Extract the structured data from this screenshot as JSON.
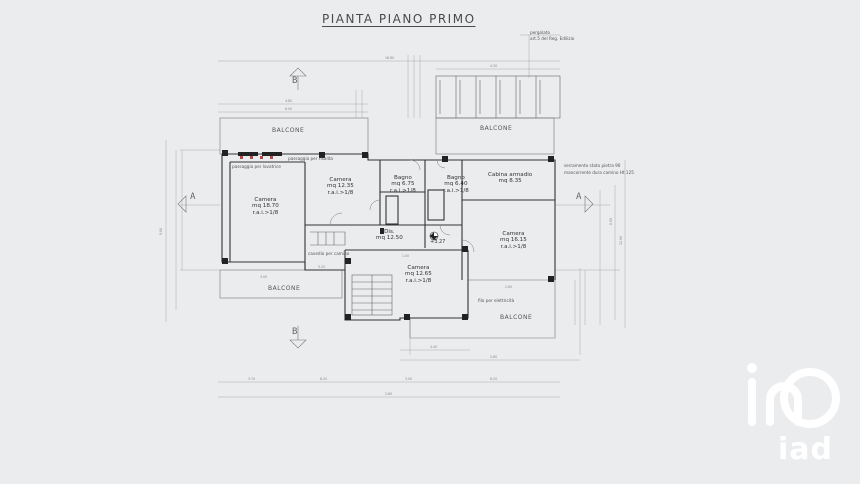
{
  "drawing": {
    "title": "PIANTA PIANO PRIMO",
    "rooms": [
      {
        "id": "camera-1",
        "name": "Camera",
        "area": "mq 18.70",
        "ratio": "r.a.i.>1/8"
      },
      {
        "id": "camera-2",
        "name": "Camera",
        "area": "mq 12.35",
        "ratio": "r.a.i.>1/8"
      },
      {
        "id": "bagno-1",
        "name": "Bagno",
        "area": "mq 6.75",
        "ratio": "r.a.i.>1/8"
      },
      {
        "id": "bagno-2",
        "name": "Bagno",
        "area": "mq 6.40",
        "ratio": "r.a.i.>1/8"
      },
      {
        "id": "cabina-armadio",
        "name": "Cabina armadio",
        "area": "mq 8.35",
        "ratio": ""
      },
      {
        "id": "dis",
        "name": "Dis.",
        "area": "mq 12.50",
        "ratio": ""
      },
      {
        "id": "camera-3",
        "name": "Camera",
        "area": "mq 16.15",
        "ratio": "r.a.i.>1/8"
      },
      {
        "id": "camera-4",
        "name": "Camera",
        "area": "mq 12.65",
        "ratio": "r.a.i.>1/8"
      }
    ],
    "balconies": [
      "BALCONE",
      "BALCONE",
      "BALCONE",
      "BALCONE"
    ],
    "level_mark": "+3.27",
    "section_marks": [
      "B",
      "B",
      "A",
      "A"
    ],
    "notes": [
      "pergolato",
      "art.5 del Reg. Edilizio",
      "passaggio per risalita",
      "passaggio per lavatrice",
      "cavedio per camino",
      "serramento stato pietra 90",
      "mancorrente dura camino Ht 125",
      "filo per elettricità"
    ],
    "dimensions": [
      "16.80",
      "4.80",
      "6.00",
      "4.30",
      "3.70",
      "6.20",
      "3.00",
      "8.20",
      "2.60",
      "2.60",
      "4.40",
      "3.00",
      "3.20",
      "1.00",
      "2.60",
      "9.80",
      "8.00",
      "12.80"
    ]
  },
  "brand": {
    "logo_text": "iad",
    "logo_color": "#ffffff"
  }
}
